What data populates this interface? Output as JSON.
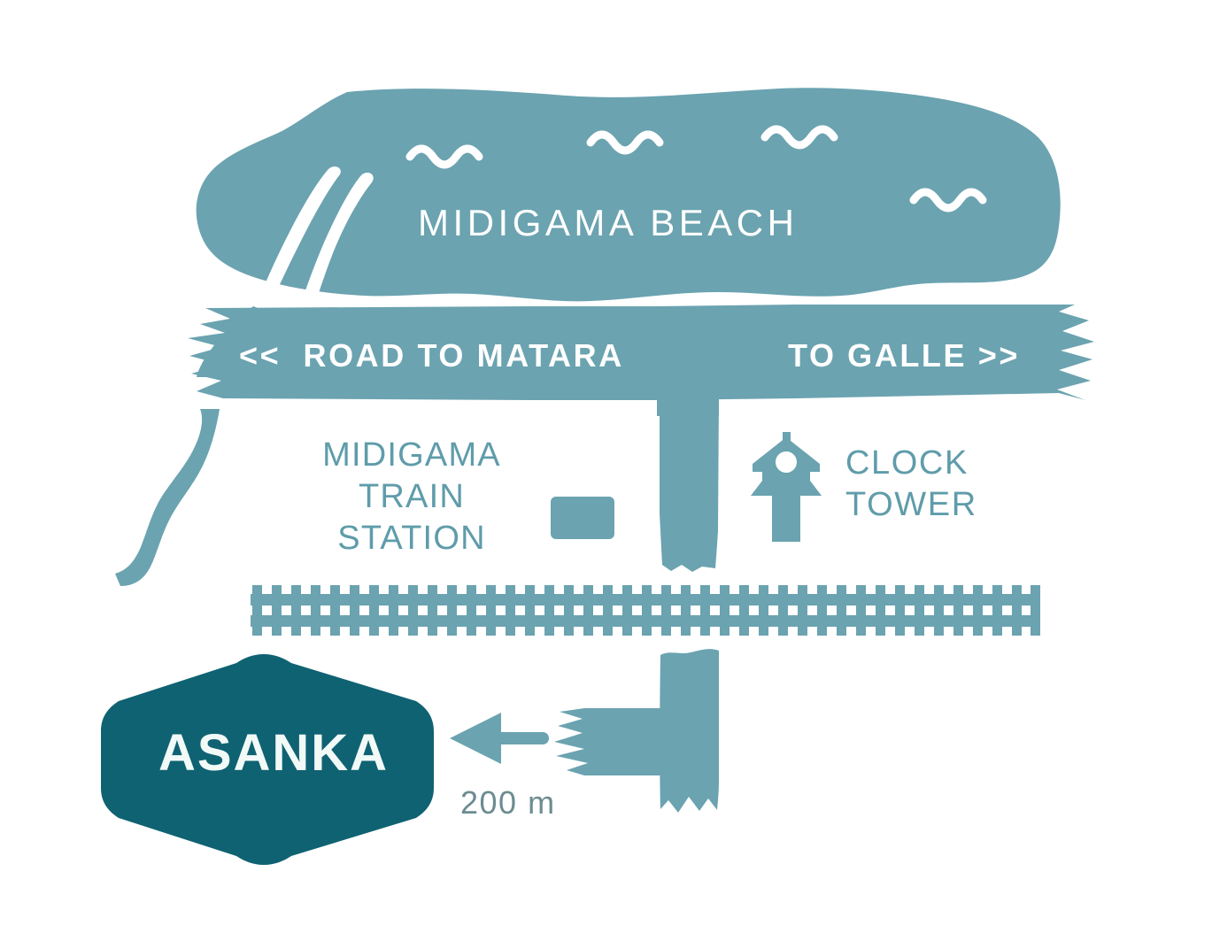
{
  "map": {
    "title": "Midigama area directions map",
    "background_color": "#ffffff",
    "colors": {
      "teal": "#6BA3B0",
      "teal_label": "#5F9CAA",
      "badge_dark_teal": "#0F6272",
      "white": "#ffffff",
      "badge_text": "#F2FAF8",
      "distance_text": "#6C8C91"
    },
    "beach": {
      "label": "MIDIGAMA BEACH",
      "wave_count": 4
    },
    "road": {
      "left_arrows": "<<",
      "left_label": "ROAD TO MATARA",
      "right_label": "TO GALLE",
      "right_arrows": ">>"
    },
    "station": {
      "label": "MIDIGAMA\nTRAIN\nSTATION",
      "building_name": "station-building"
    },
    "clock_tower": {
      "label": "CLOCK\nTOWER"
    },
    "railway": {
      "name": "railway-track",
      "sleeper_count": 40
    },
    "river": {
      "name": "river-stream"
    },
    "destination": {
      "badge_label": "ASANKA",
      "distance_label": "200 m",
      "arrow_direction": "left"
    }
  }
}
